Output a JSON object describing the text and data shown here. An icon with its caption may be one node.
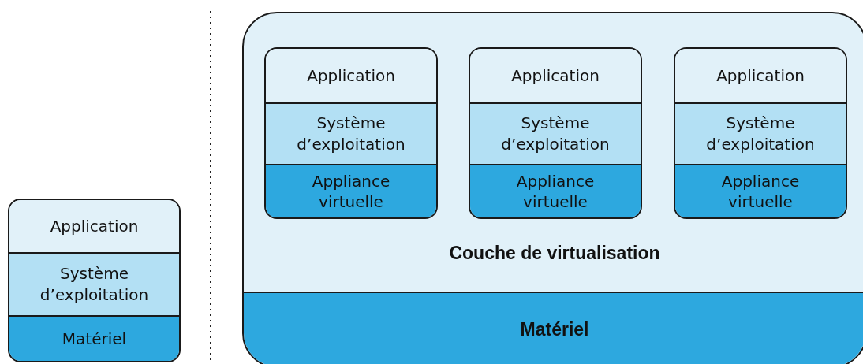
{
  "diagram": {
    "nodes": [
      {
        "text": [],
        "shape": "box"
      },
      {
        "text": [
          "Application"
        ],
        "in": 0
      },
      {
        "text": [
          "Système d’exploitation"
        ],
        "in": 0
      },
      {
        "text": [
          "Matériel"
        ],
        "in": 0
      },
      {
        "text": [
          "Couche de virtualisation"
        ]
      },
      {
        "text": [],
        "shape": "box",
        "in": 4
      },
      {
        "text": [
          "Application"
        ],
        "in": 5
      },
      {
        "text": [
          "Système d’exploitation"
        ],
        "in": 5
      },
      {
        "text": [
          "Appliance virtuelle"
        ],
        "in": 5
      },
      {
        "text": [],
        "shape": "box",
        "in": 4
      },
      {
        "text": [
          "Application"
        ],
        "in": 9
      },
      {
        "text": [
          "Système d’exploitation"
        ],
        "in": 9
      },
      {
        "text": [
          "Appliance virtuelle"
        ],
        "in": 9
      },
      {
        "text": [],
        "shape": "box",
        "in": 4
      },
      {
        "text": [
          "Application"
        ],
        "in": 13
      },
      {
        "text": [
          "Système d’exploitation"
        ],
        "in": 13
      },
      {
        "text": [
          "Appliance virtuelle"
        ],
        "in": 13
      },
      {
        "text": [
          "Matériel"
        ],
        "in": 4
      }
    ],
    "edges": []
  }
}
